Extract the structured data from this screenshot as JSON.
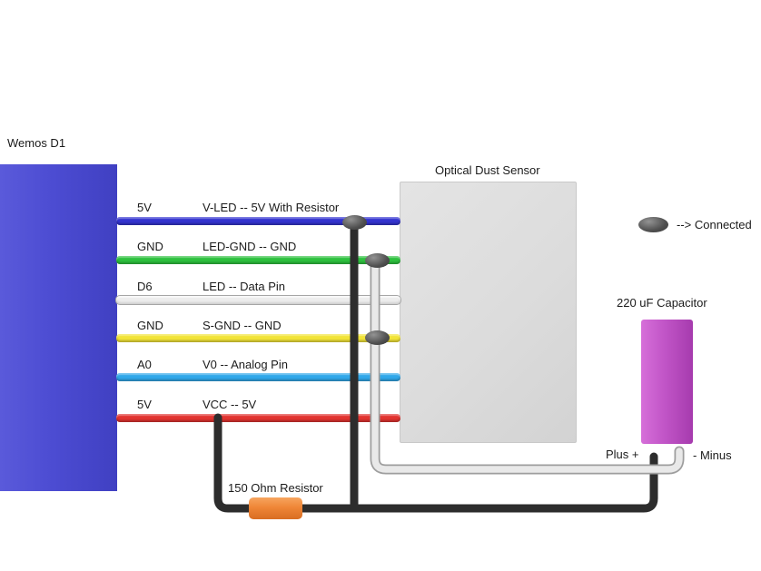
{
  "labels": {
    "board": "Wemos D1",
    "sensor": "Optical Dust Sensor",
    "capacitor": "220 uF Capacitor",
    "capacitor_plus": "Plus +",
    "capacitor_minus": "- Minus",
    "resistor": "150 Ohm Resistor",
    "legend": "--> Connected"
  },
  "wires": [
    {
      "pin": "5V",
      "label": "V-LED -- 5V With Resistor",
      "color": "#3434cf"
    },
    {
      "pin": "GND",
      "label": "LED-GND -- GND",
      "color": "#2ec13e"
    },
    {
      "pin": "D6",
      "label": "LED -- Data Pin",
      "color": "#ededed"
    },
    {
      "pin": "GND",
      "label": "S-GND -- GND",
      "color": "#f2e438"
    },
    {
      "pin": "A0",
      "label": "V0 -- Analog Pin",
      "color": "#31a8ea"
    },
    {
      "pin": "5V",
      "label": "VCC -- 5V",
      "color": "#e23430"
    }
  ],
  "colors": {
    "board": "#4c4cd2",
    "sensor": "#dcdcdc",
    "capacitor": "#c155c7",
    "resistor": "#ef8637",
    "junction": "#4f4f4f",
    "wire-black": "#2d2d2d",
    "wire-white": "#e9e9e9",
    "wire-white-outline": "#9e9e9e"
  }
}
